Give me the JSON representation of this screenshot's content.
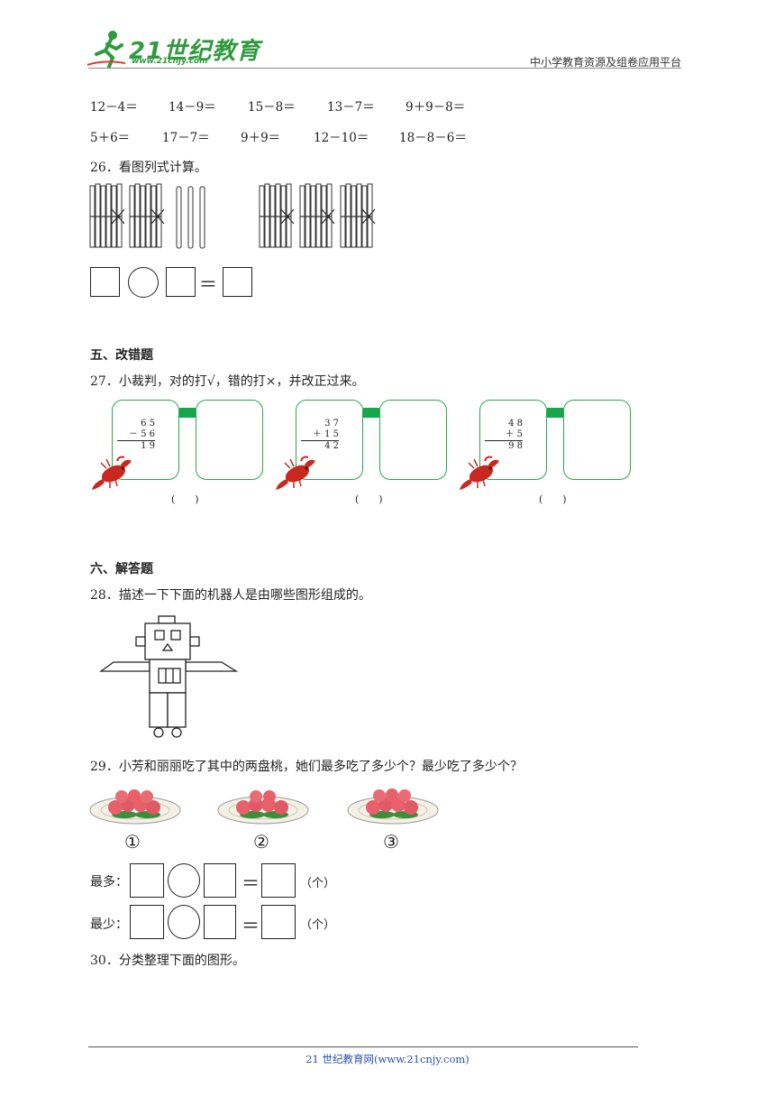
{
  "header": {
    "logo_text": "21世纪教育",
    "logo_url": "www.21cnjy.com",
    "platform": "中小学教育资源及组卷应用平台"
  },
  "arith": {
    "row1": [
      "12－4＝",
      "14－9＝",
      "15－8＝",
      "13－7＝",
      "9＋9－8＝"
    ],
    "row2": [
      "5＋6＝",
      "17－7＝",
      "9＋9＝",
      "12－10＝",
      "18－8－6＝"
    ]
  },
  "q26": {
    "text": "26．看图列式计算。",
    "equals": "＝"
  },
  "section5": {
    "title": "五、改错题"
  },
  "q27": {
    "text": "27．小裁判，对的打√，错的打×，并改正过来。",
    "items": [
      {
        "a": "6 5",
        "op": "－ 5 6",
        "r": "1 9",
        "paren": "(　　)"
      },
      {
        "a": "3 7",
        "op": "＋ 1 5",
        "r": "4 2",
        "paren": "(　　)"
      },
      {
        "a": "4 8",
        "op": "＋ 5",
        "r": "9 8",
        "paren": "(　　)"
      }
    ]
  },
  "section6": {
    "title": "六、解答题"
  },
  "q28": {
    "text": "28．描述一下下面的机器人是由哪些图形组成的。"
  },
  "q29": {
    "text": "29．小芳和丽丽吃了其中的两盘桃，她们最多吃了多少个？最少吃了多少个？",
    "plates": [
      "①",
      "②",
      "③"
    ],
    "most_label": "最多：",
    "least_label": "最少：",
    "equals": "＝",
    "unit": "（个）"
  },
  "q30": {
    "text": "30．分类整理下面的图形。"
  },
  "footer": {
    "text": "21 世纪教育网(www.21cnjy.com)"
  },
  "colors": {
    "brand": "#2f9a3e",
    "card_border": "#2aa84a",
    "bridge": "#14a84a",
    "peach": "#e8606a",
    "crayfish": "#c8281e"
  }
}
